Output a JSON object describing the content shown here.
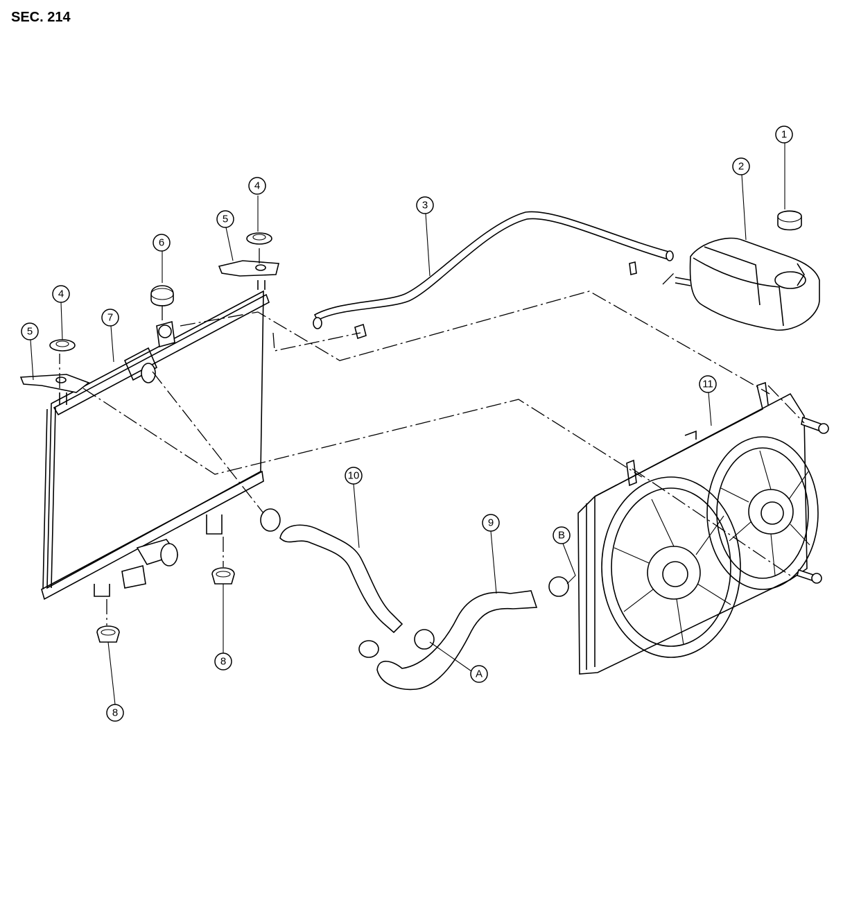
{
  "section_title": "SEC. 214",
  "callouts": [
    {
      "id": "callout-1",
      "label": "1"
    },
    {
      "id": "callout-2",
      "label": "2"
    },
    {
      "id": "callout-3",
      "label": "3"
    },
    {
      "id": "callout-4a",
      "label": "4"
    },
    {
      "id": "callout-4b",
      "label": "4"
    },
    {
      "id": "callout-5a",
      "label": "5"
    },
    {
      "id": "callout-5b",
      "label": "5"
    },
    {
      "id": "callout-6",
      "label": "6"
    },
    {
      "id": "callout-7",
      "label": "7"
    },
    {
      "id": "callout-8a",
      "label": "8"
    },
    {
      "id": "callout-8b",
      "label": "8"
    },
    {
      "id": "callout-9",
      "label": "9"
    },
    {
      "id": "callout-10",
      "label": "10"
    },
    {
      "id": "callout-11",
      "label": "11"
    },
    {
      "id": "callout-A",
      "label": "A"
    },
    {
      "id": "callout-B",
      "label": "B"
    }
  ]
}
